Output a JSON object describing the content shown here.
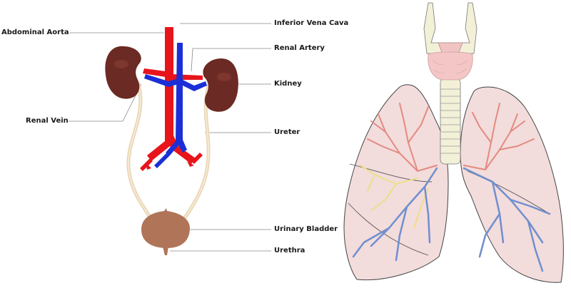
{
  "urinary_diagram": {
    "labels": {
      "abdominal_aorta": "Abdominal Aorta",
      "inferior_vena_cava": "Inferior Vena Cava",
      "renal_artery": "Renal Artery",
      "kidney": "Kidney",
      "renal_vein": "Renal Vein",
      "ureter": "Ureter",
      "urinary_bladder": "Urinary Bladder",
      "urethra": "Urethra"
    },
    "colors": {
      "artery": "#e8141b",
      "vein": "#1b2fd6",
      "kidney": "#6b2a23",
      "ureter": "#f0dcc0",
      "bladder": "#b07458"
    }
  },
  "respiratory_diagram": {
    "colors": {
      "lung_fill": "#f3dcdc",
      "bronchi_red": "#e48a80",
      "bronchi_yellow": "#eae08a",
      "bronchi_blue": "#6f8fcf",
      "trachea": "#f3f0d8",
      "thyroid": "#f5c6c6"
    }
  }
}
